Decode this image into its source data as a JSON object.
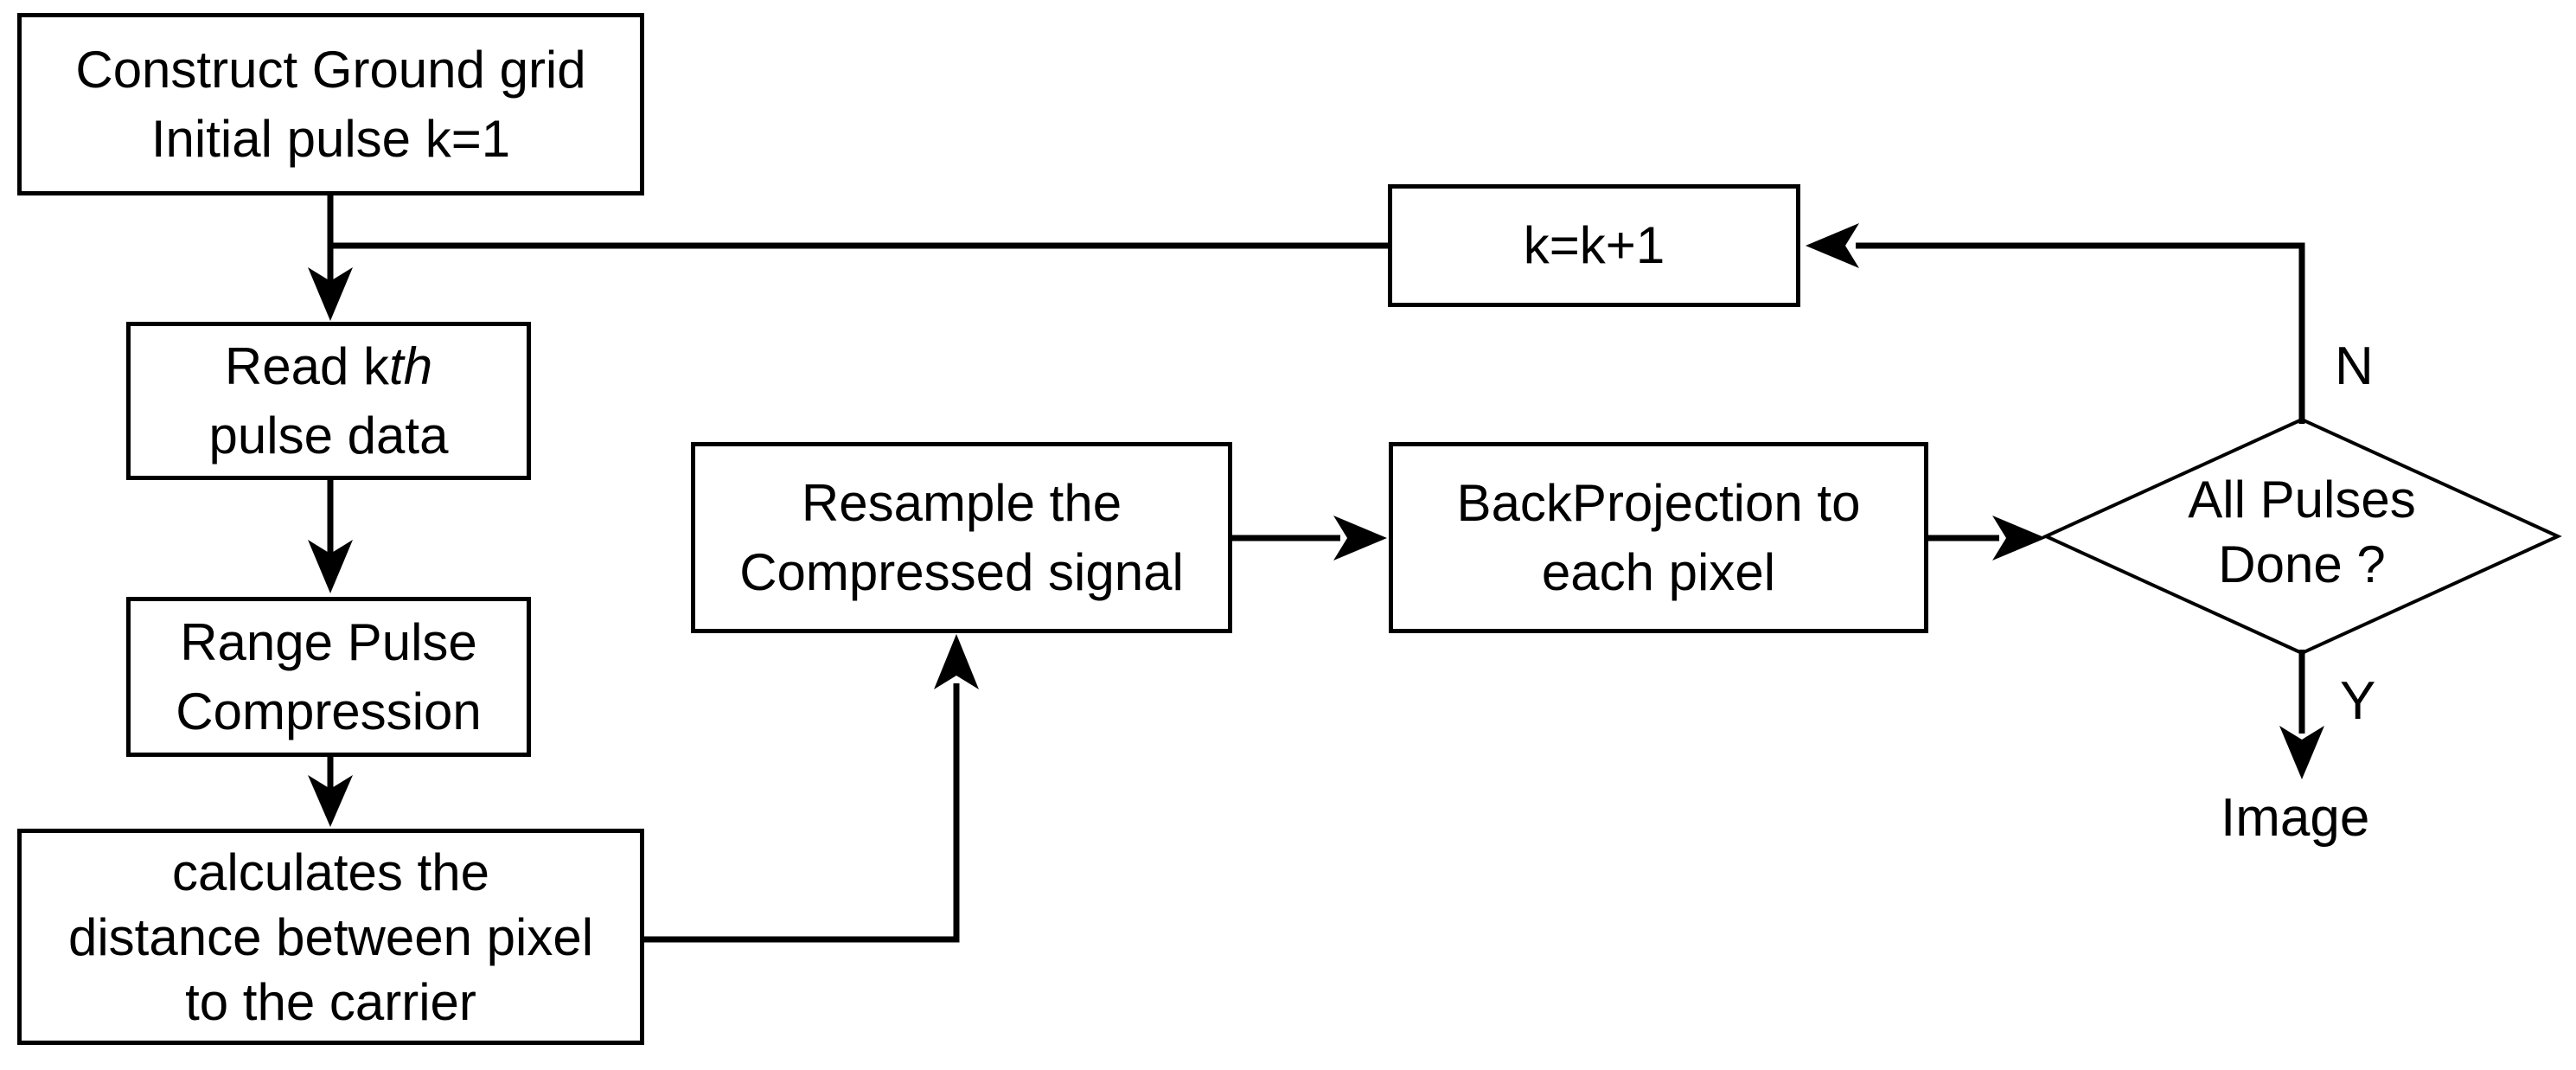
{
  "diagram": {
    "boxes": {
      "construct": {
        "line1": "Construct Ground grid",
        "line2": "Initial pulse k=1"
      },
      "read": {
        "line1_pre": "Read k",
        "line1_italic": "th",
        "line2": "pulse data"
      },
      "range": {
        "line1": "Range Pulse",
        "line2": "Compression"
      },
      "calc": {
        "line1": "calculates the",
        "line2": "distance between pixel",
        "line3": "to the carrier"
      },
      "resample": {
        "line1": "Resample the",
        "line2": "Compressed signal"
      },
      "backprojection": {
        "line1": "BackProjection to",
        "line2": "each pixel"
      },
      "increment": {
        "label": "k=k+1"
      },
      "decision": {
        "line1": "All Pulses",
        "line2": "Done ?"
      }
    },
    "labels": {
      "no": "N",
      "yes": "Y",
      "image": "Image"
    },
    "colors": {
      "stroke": "#000000",
      "fill": "#ffffff"
    }
  }
}
